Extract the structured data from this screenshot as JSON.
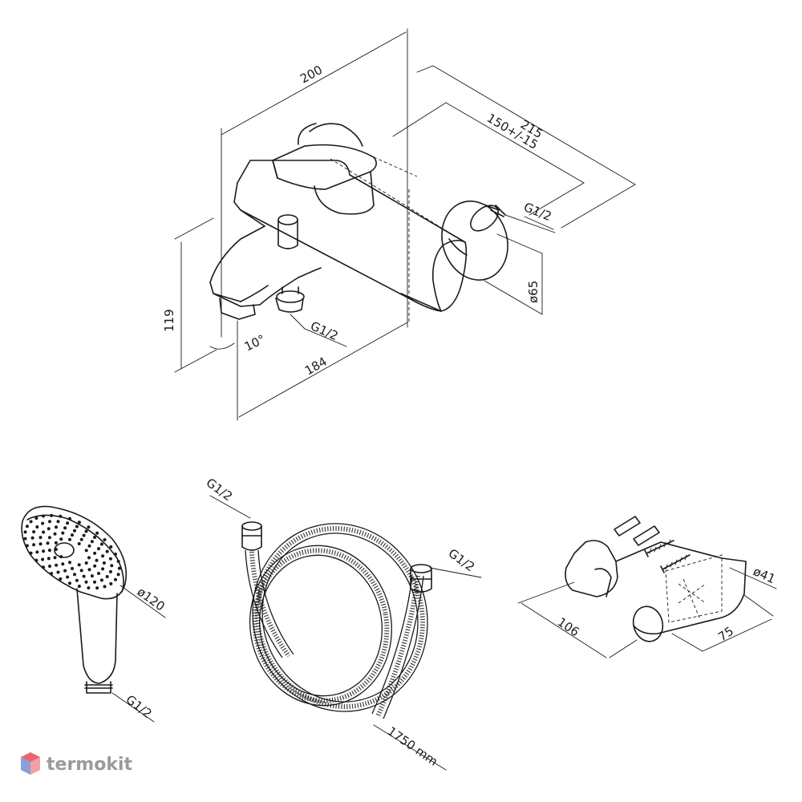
{
  "dimensions": {
    "mixer_length": "200",
    "mixer_depth": "215",
    "center_distance": "150+/-15",
    "mixer_height": "119",
    "spout_reach": "184",
    "spout_angle": "10°",
    "escutcheon_diameter": "ø65",
    "inlet_thread": "G1/2",
    "outlet_thread": "G1/2",
    "shower_head_diameter": "ø120",
    "shower_head_thread": "G1/2",
    "hose_thread_top": "G1/2",
    "hose_thread_right": "G1/2",
    "hose_length": "1750 mm",
    "holder_length": "106",
    "holder_width": "75",
    "holder_diameter": "ø41"
  },
  "brand": {
    "logo_text": "termokit"
  }
}
